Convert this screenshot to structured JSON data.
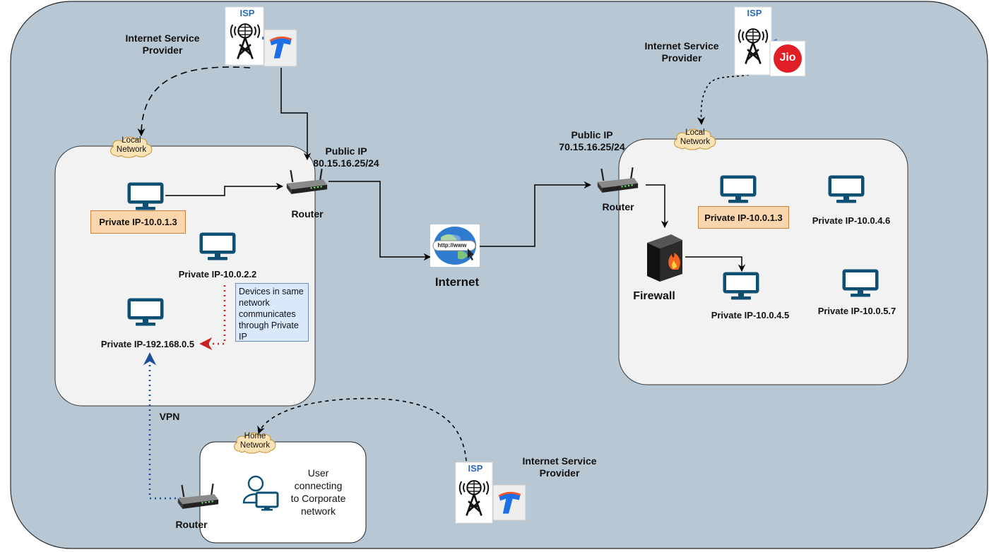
{
  "isp_top_left": {
    "badge": "ISP",
    "label_line1": "Internet Service",
    "label_line2": "Provider",
    "brand_icon": "telstra-logo"
  },
  "isp_top_right": {
    "badge": "ISP",
    "label_line1": "Internet Service",
    "label_line2": "Provider",
    "brand_text": "Jio"
  },
  "isp_bottom": {
    "badge": "ISP",
    "label_line1": "Internet Service",
    "label_line2": "Provider",
    "brand_icon": "telstra-logo"
  },
  "left_network": {
    "cloud_line1": "Local",
    "cloud_line2": "Network",
    "router_label": "Router",
    "public_ip_line1": "Public IP",
    "public_ip_line2": "80.15.16.25/24",
    "pc1_ip": "Private IP-10.0.1.3",
    "pc2_ip": "Private IP-10.0.2.2",
    "pc3_ip": "Private IP-192.168.0.5",
    "note_lines": [
      "Devices in same",
      "network",
      "communicates",
      "through Private",
      "IP"
    ]
  },
  "internet": {
    "label": "Internet",
    "globe_text": "http://www"
  },
  "right_network": {
    "cloud_line1": "Local",
    "cloud_line2": "Network",
    "router_label": "Router",
    "public_ip_line1": "Public IP",
    "public_ip_line2": "70.15.16.25/24",
    "firewall_label": "Firewall",
    "pc1_ip": "Private IP-10.0.1.3",
    "pc2_ip": "Private IP-10.0.4.6",
    "pc3_ip": "Private IP-10.0.4.5",
    "pc4_ip": "Private IP-10.0.5.7"
  },
  "home_network": {
    "cloud_line1": "Home",
    "cloud_line2": "Network",
    "user_line1": "User",
    "user_line2": "connecting",
    "user_line3": "to Corporate",
    "user_line4": "network",
    "router_label": "Router",
    "vpn_label": "VPN"
  },
  "colors": {
    "background": "#b8c7d4",
    "monitor": "#0e4f74",
    "orange_box": "#fbd5ac",
    "note_box": "#dae8fc",
    "vpn_dotted": "#1b4d99",
    "private_dotted": "#cc1f1f",
    "jio_red": "#e01e26",
    "telstra_blue": "#1e6ee6"
  }
}
